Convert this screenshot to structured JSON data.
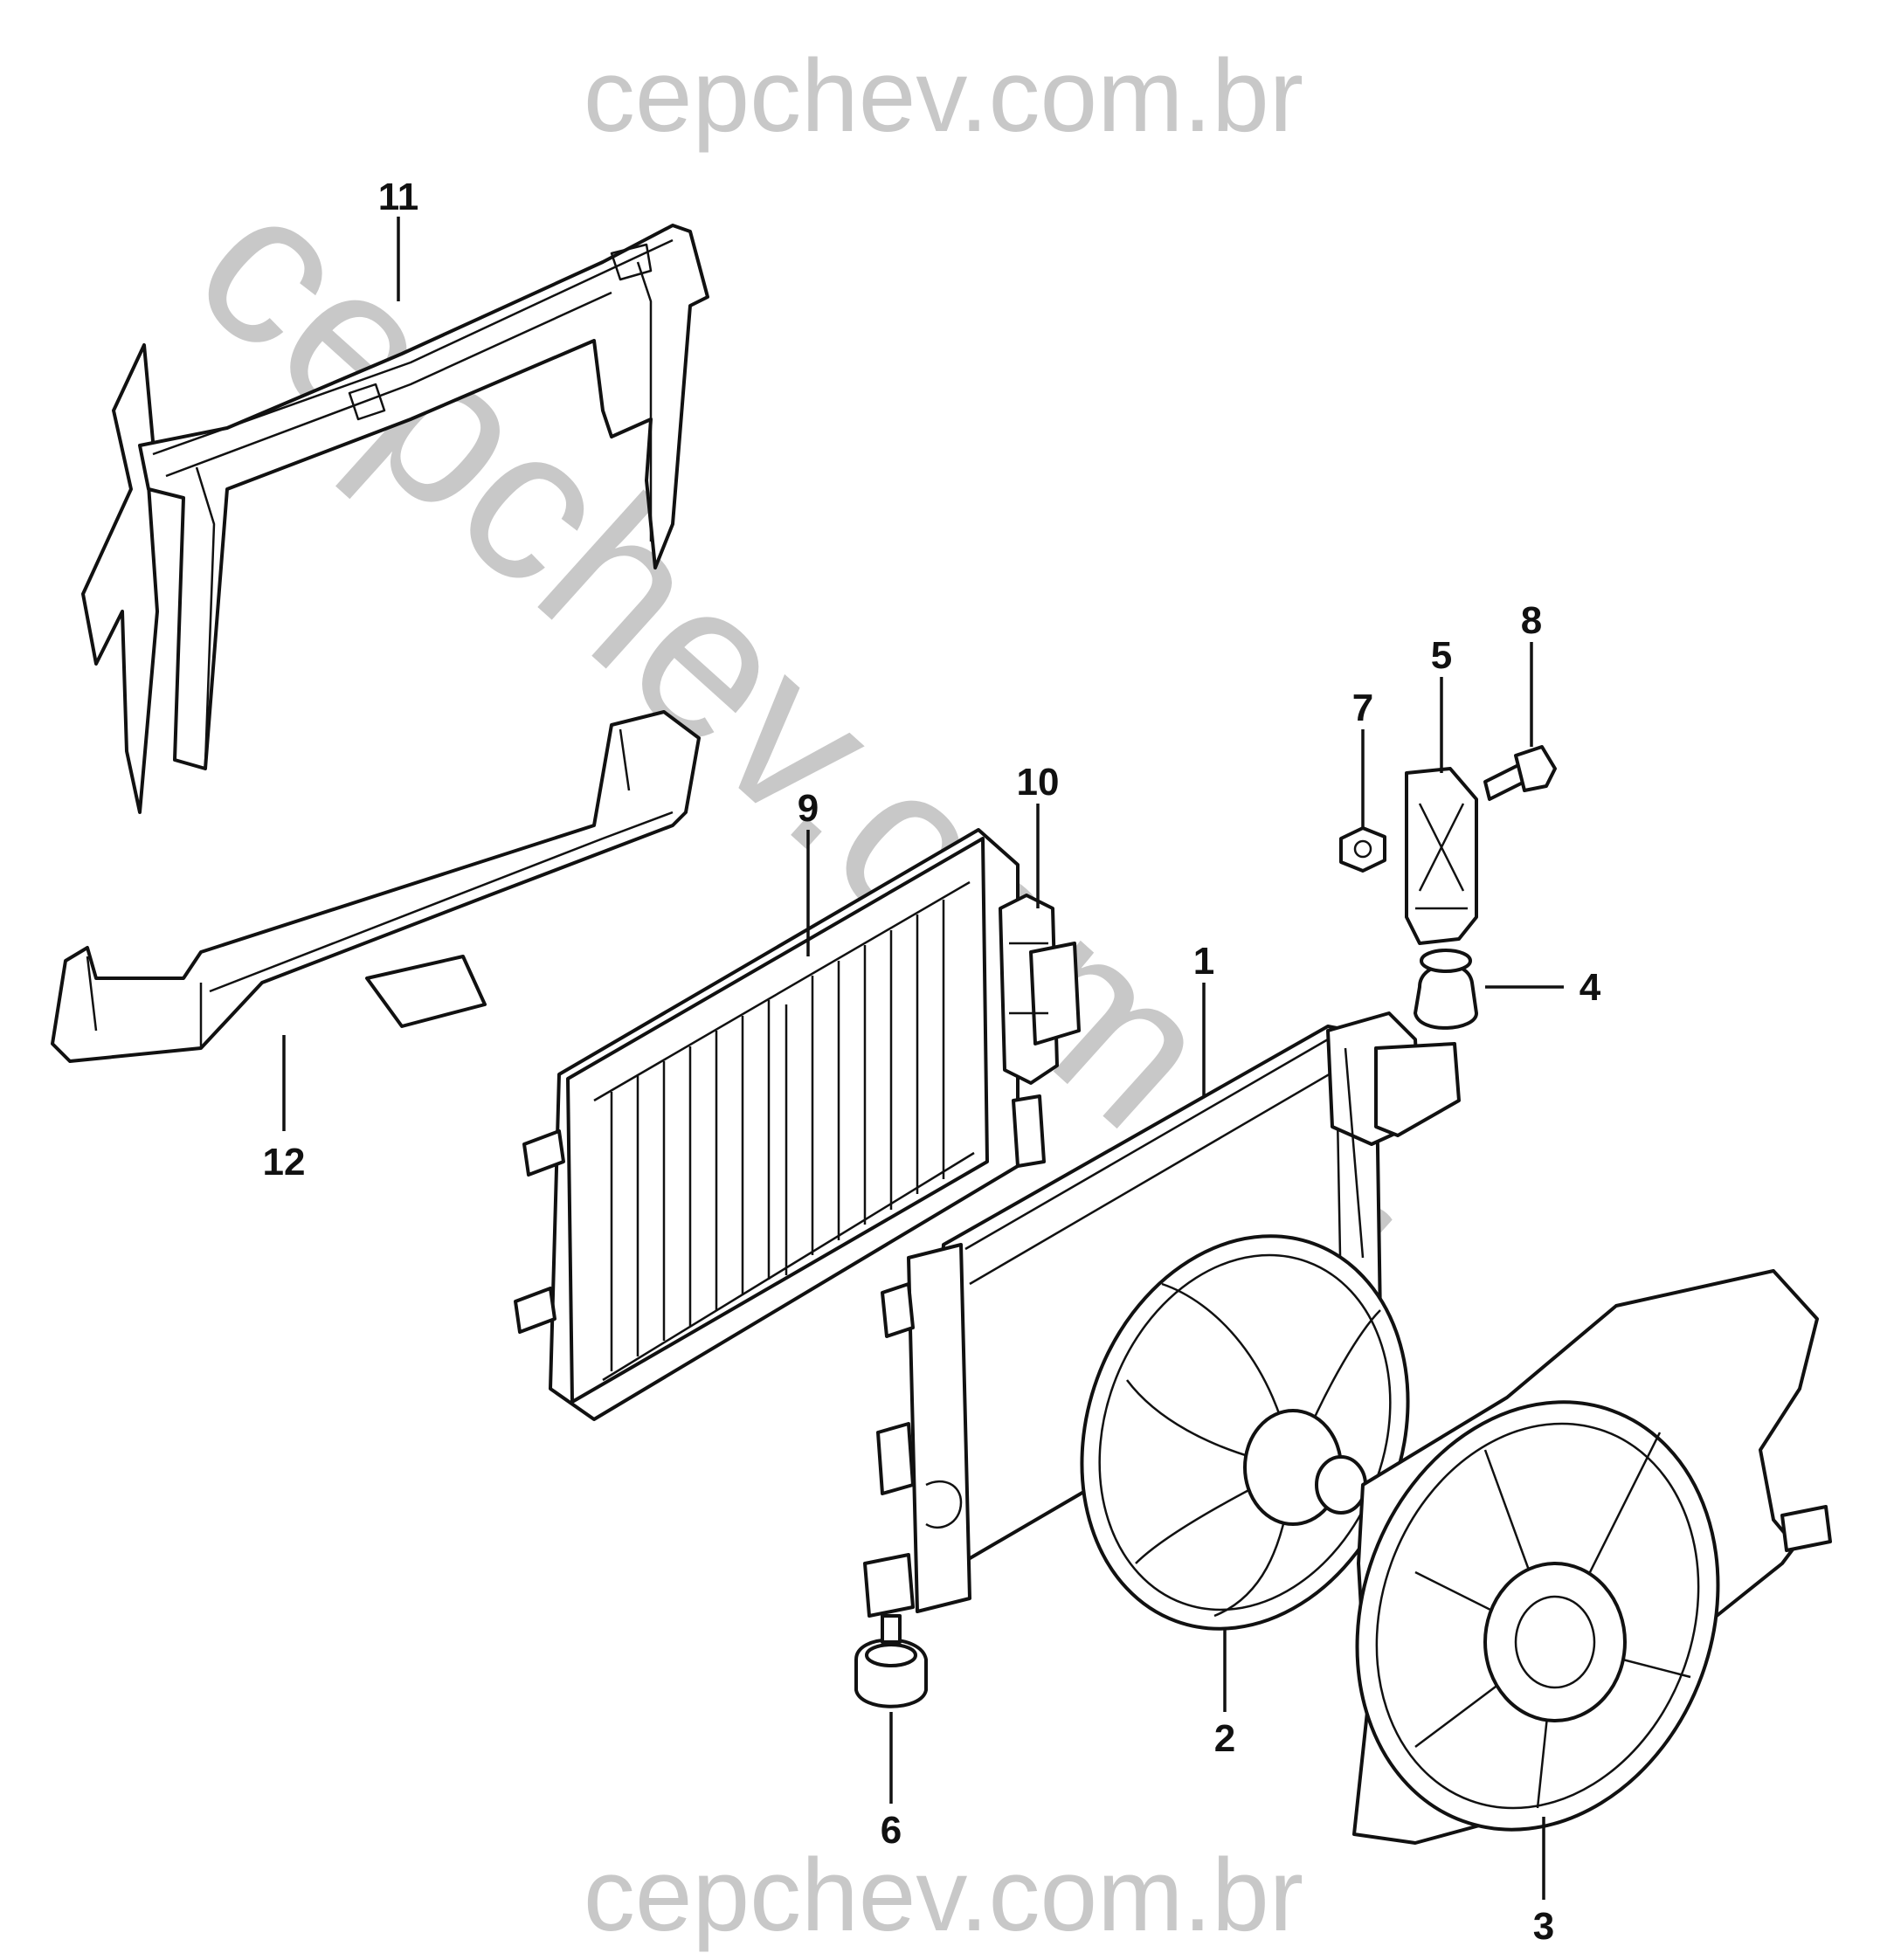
{
  "watermark": {
    "top": "cepchev.com.br",
    "bottom": "cepchev.com.br",
    "diagonal": "cepchev.com.br"
  },
  "callouts": [
    {
      "id": "1",
      "name": "radiator"
    },
    {
      "id": "2",
      "name": "cooling-fan"
    },
    {
      "id": "3",
      "name": "fan-shroud"
    },
    {
      "id": "4",
      "name": "upper-rubber-mount"
    },
    {
      "id": "5",
      "name": "radiator-bracket"
    },
    {
      "id": "6",
      "name": "lower-rubber-mount"
    },
    {
      "id": "7",
      "name": "nut"
    },
    {
      "id": "8",
      "name": "bolt"
    },
    {
      "id": "9",
      "name": "condenser"
    },
    {
      "id": "10",
      "name": "condenser-dryer"
    },
    {
      "id": "11",
      "name": "upper-air-deflector"
    },
    {
      "id": "12",
      "name": "lower-air-deflector"
    }
  ]
}
